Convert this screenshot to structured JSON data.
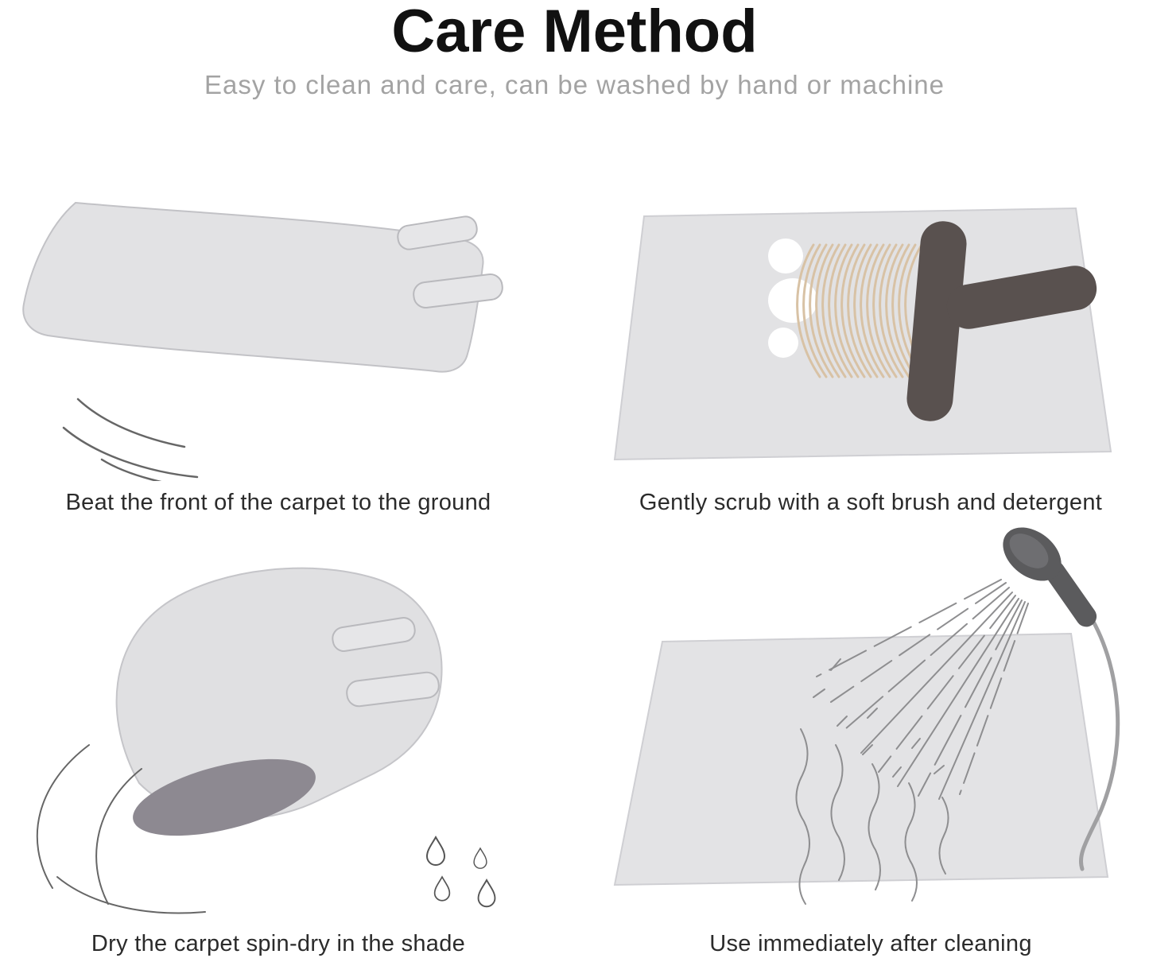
{
  "header": {
    "title": "Care Method",
    "subtitle": "Easy to clean and care, can be washed by hand or machine"
  },
  "steps": [
    {
      "id": "beat",
      "caption": "Beat the front of the carpet to the ground"
    },
    {
      "id": "scrub",
      "caption": "Gently scrub with a soft brush and detergent"
    },
    {
      "id": "dry",
      "caption": "Dry the carpet spin-dry in the shade"
    },
    {
      "id": "rinse",
      "caption": "Use immediately after cleaning"
    }
  ],
  "colors": {
    "title_text": "#111111",
    "subtitle_text": "#a3a3a3",
    "caption_text": "#2b2b2b",
    "mat_fill": "#e2e2e4",
    "mat_stroke": "#c6c6ca",
    "roll_end_fill": "#8d8991",
    "brush_body_fill": "#59514f",
    "bristle_stroke": "#d8c2a5",
    "foam_fill": "#ffffff",
    "line_stroke": "#666666",
    "water_stroke": "#8e8e90"
  }
}
